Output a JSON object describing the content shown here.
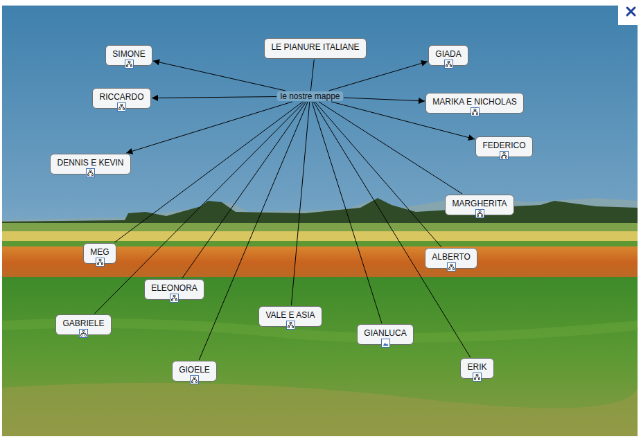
{
  "diagram": {
    "nodes": [
      {
        "text": [
          "LE PIANURE ITALIANE"
        ]
      },
      {
        "text": [
          "le nostre mappe"
        ]
      },
      {
        "text": [
          "SIMONE"
        ]
      },
      {
        "text": [
          "GIADA"
        ]
      },
      {
        "text": [
          "RICCARDO"
        ]
      },
      {
        "text": [
          "MARIKA E NICHOLAS"
        ]
      },
      {
        "text": [
          "DENNIS E KEVIN"
        ]
      },
      {
        "text": [
          "FEDERICO"
        ]
      },
      {
        "text": [
          "MARGHERITA"
        ]
      },
      {
        "text": [
          "MEG"
        ]
      },
      {
        "text": [
          "ALBERTO"
        ]
      },
      {
        "text": [
          "ELEONORA"
        ]
      },
      {
        "text": [
          "VALE E ASIA"
        ]
      },
      {
        "text": [
          "GABRIELE"
        ]
      },
      {
        "text": [
          "GIANLUCA"
        ]
      },
      {
        "text": [
          "GIOELE"
        ]
      },
      {
        "text": [
          "ERIK"
        ]
      }
    ],
    "edges": [
      {
        "from": 0,
        "to": 1,
        "arrow": "none"
      },
      {
        "from": 1,
        "to": 2,
        "arrow": "to"
      },
      {
        "from": 1,
        "to": 3,
        "arrow": "to"
      },
      {
        "from": 1,
        "to": 4,
        "arrow": "to"
      },
      {
        "from": 1,
        "to": 5,
        "arrow": "to"
      },
      {
        "from": 1,
        "to": 6,
        "arrow": "to"
      },
      {
        "from": 1,
        "to": 7,
        "arrow": "to"
      },
      {
        "from": 1,
        "to": 8,
        "arrow": "none"
      },
      {
        "from": 1,
        "to": 9,
        "arrow": "none"
      },
      {
        "from": 1,
        "to": 10,
        "arrow": "none"
      },
      {
        "from": 1,
        "to": 11,
        "arrow": "none"
      },
      {
        "from": 1,
        "to": 12,
        "arrow": "none"
      },
      {
        "from": 1,
        "to": 13,
        "arrow": "none"
      },
      {
        "from": 1,
        "to": 14,
        "arrow": "none"
      },
      {
        "from": 1,
        "to": 15,
        "arrow": "none"
      },
      {
        "from": 1,
        "to": 16,
        "arrow": "none"
      }
    ]
  }
}
